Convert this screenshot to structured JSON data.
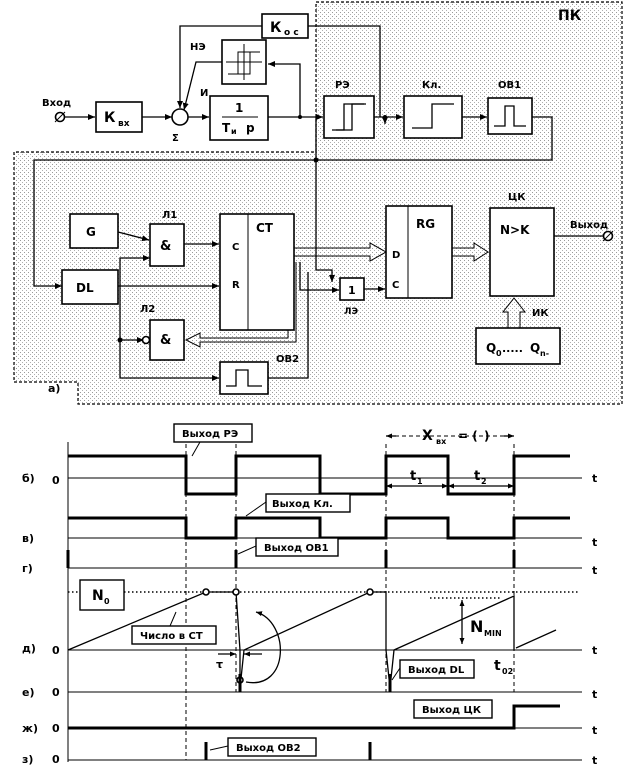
{
  "schematic": {
    "region_pk": "ПК",
    "k_os": {
      "main": "К",
      "sub": "о с"
    },
    "k_vx": {
      "main": "К",
      "sub": "вх"
    },
    "input_label": "Вход",
    "output_label": "Выход",
    "ne_label": "НЭ",
    "i_label": "И",
    "sigma": "Σ",
    "integrator": {
      "num": "1",
      "den_t": "Т",
      "den_sub": "и",
      "den_p": "р"
    },
    "re_label": "РЭ",
    "kl_label": "Кл.",
    "ob1_label": "ОВ1",
    "g_block": "G",
    "dl_block": "DL",
    "l1_label": "Л1",
    "l2_label": "Л2",
    "and_symbol": "&",
    "ct_label": "СТ",
    "c_label": "С",
    "r_label": "R",
    "rg_label": "RG",
    "d_label": "D",
    "rg_c_label": "С",
    "le_label": "ЛЭ",
    "or_symbol": "1",
    "ck_label": "ЦК",
    "nk_label": "N>K",
    "ik_label": "ИК",
    "q_code": {
      "q": "Q",
      "s0": "0",
      "dots": ".....",
      "s1": "n-"
    },
    "ob2_label": "ОВ2",
    "part_a": "а)"
  },
  "timing": {
    "row_labels": [
      "б)",
      "в)",
      "г)",
      "д)",
      "е)",
      "ж)",
      "з)"
    ],
    "zero": "0",
    "t_axis": "t",
    "callouts": {
      "re_out": "Выход РЭ",
      "kl_out": "Выход  Кл.",
      "ob1_out": "Выход ОВ1",
      "ct_number": "Число  в СТ",
      "dl_out": "Выход DL",
      "ck_out": "Выход ЦК",
      "ob2_out": "Выход ОВ2"
    },
    "x_vx": {
      "x": "Х",
      "sub": "вх",
      "eq": "= (",
      "paren": ")"
    },
    "t1": {
      "t": "t",
      "sub": "1"
    },
    "t2": {
      "t": "t",
      "sub": "2"
    },
    "n0": {
      "n": "N",
      "sub": "0"
    },
    "nmin": {
      "n": "N",
      "sub": "MIN"
    },
    "tau": "τ",
    "t02": {
      "t": "t",
      "sub": "02"
    }
  }
}
